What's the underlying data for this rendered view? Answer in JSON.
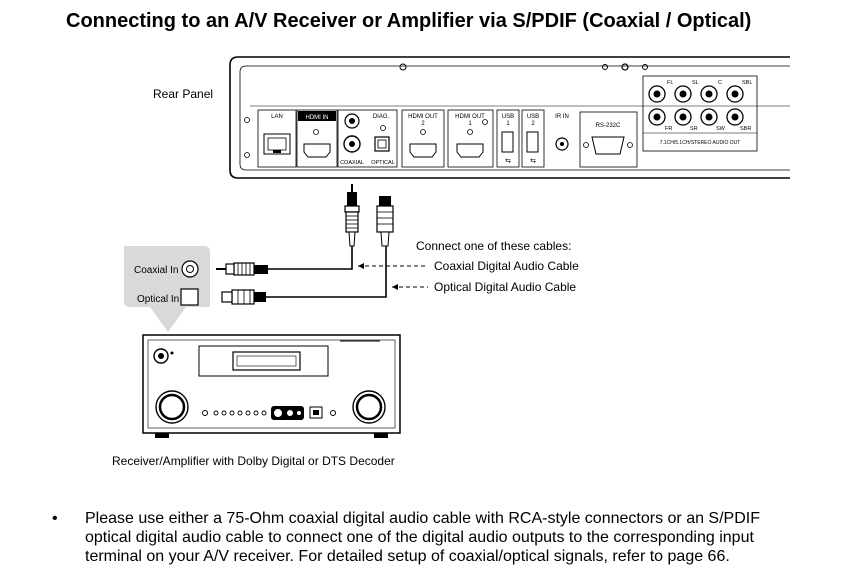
{
  "title": "Connecting to an A/V Receiver or Amplifier via S/PDIF (Coaxial / Optical)",
  "labels": {
    "rear_panel": "Rear Panel",
    "connect_one": "Connect one of these cables:",
    "coaxial_cable": "Coaxial Digital Audio Cable",
    "optical_cable": "Optical Digital Audio Cable",
    "coaxial_in": "Coaxial In",
    "optical_in": "Optical In",
    "receiver_caption": "Receiver/Amplifier with Dolby Digital or DTS Decoder"
  },
  "panel_ports": {
    "lan": "LAN",
    "hdmi_in": "HDMI IN",
    "diag": "DIAG.",
    "hdmi_out_2": "HDMI OUT",
    "hdmi_out_2_num": "2",
    "hdmi_out_1": "HDMI OUT",
    "hdmi_out_1_num": "1",
    "usb_1": "USB",
    "usb_1_num": "1",
    "usb_2": "USB",
    "usb_2_num": "2",
    "ir_in": "IR IN",
    "rs232c": "RS-232C",
    "coaxial": "COAXIAL",
    "optical": "OPTICAL",
    "multichannel_caption": "7.1CH/5.1CH/STEREO AUDIO OUT",
    "ch_fl": "FL",
    "ch_sl": "SL",
    "ch_c": "C",
    "ch_sbl": "SBL",
    "ch_fr": "FR",
    "ch_sr": "SR",
    "ch_sw": "SW",
    "ch_sbr": "SBR"
  },
  "instruction": {
    "bullet": "•",
    "text": "Please use either a 75-Ohm coaxial digital audio cable with RCA-style connectors or an S/PDIF optical digital audio cable to connect one of the digital audio outputs to the corresponding input terminal on your A/V receiver. For detailed setup of coaxial/optical signals, refer to page 66."
  }
}
